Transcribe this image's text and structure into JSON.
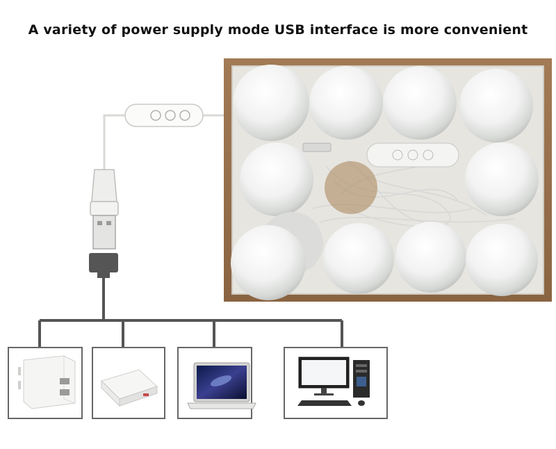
{
  "headline": "A variety of power supply mode USB interface is more convenient",
  "devices": [
    {
      "name": "usb-wall-charger",
      "icon": "wall-charger-icon"
    },
    {
      "name": "power-bank",
      "icon": "power-bank-icon"
    },
    {
      "name": "laptop",
      "icon": "laptop-icon"
    },
    {
      "name": "desktop-computer",
      "icon": "desktop-computer-icon"
    }
  ],
  "product": {
    "bulb_count": 10,
    "controller_buttons": 3
  }
}
